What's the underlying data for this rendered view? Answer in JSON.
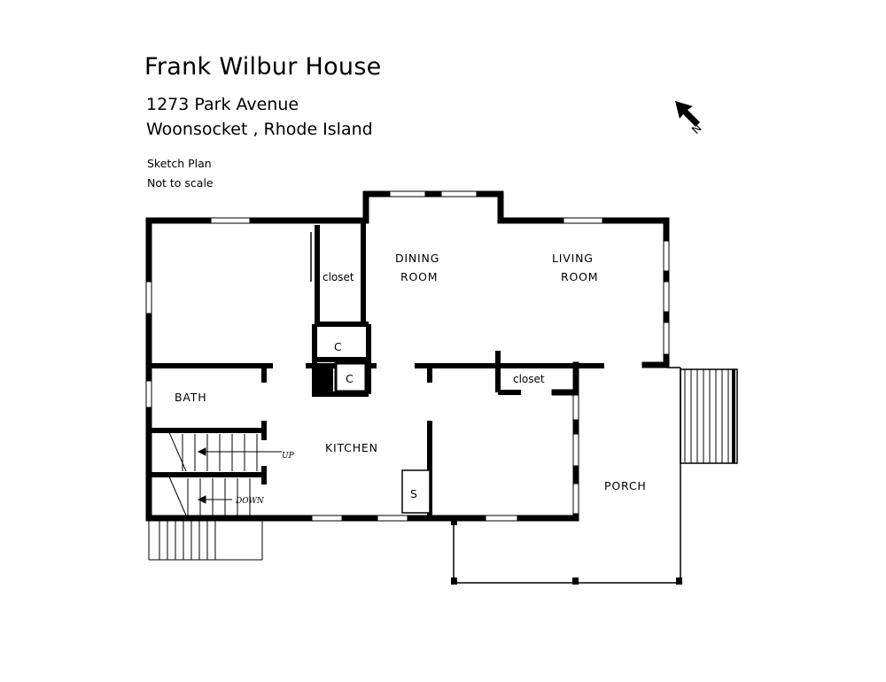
{
  "header": {
    "title": "Frank Wilbur House",
    "address_line1": "1273 Park Avenue",
    "address_line2": "Woonsocket , Rhode Island",
    "note_line1": "Sketch  Plan",
    "note_line2": "Not  to scale"
  },
  "compass": {
    "label": "N",
    "icon": "north-arrow-icon"
  },
  "rooms": {
    "closet_top": "closet",
    "dining_line1": "DINING",
    "dining_line2": "ROOM",
    "living_line1": "LIVING",
    "living_line2": "ROOM",
    "chimney_c1": "C",
    "chimney_c2": "C",
    "closet_mid": "closet",
    "bath": "BATH",
    "kitchen": "KITCHEN",
    "sink": "S",
    "porch": "PORCH",
    "stair_up": "UP",
    "stair_down": "DOWN"
  }
}
